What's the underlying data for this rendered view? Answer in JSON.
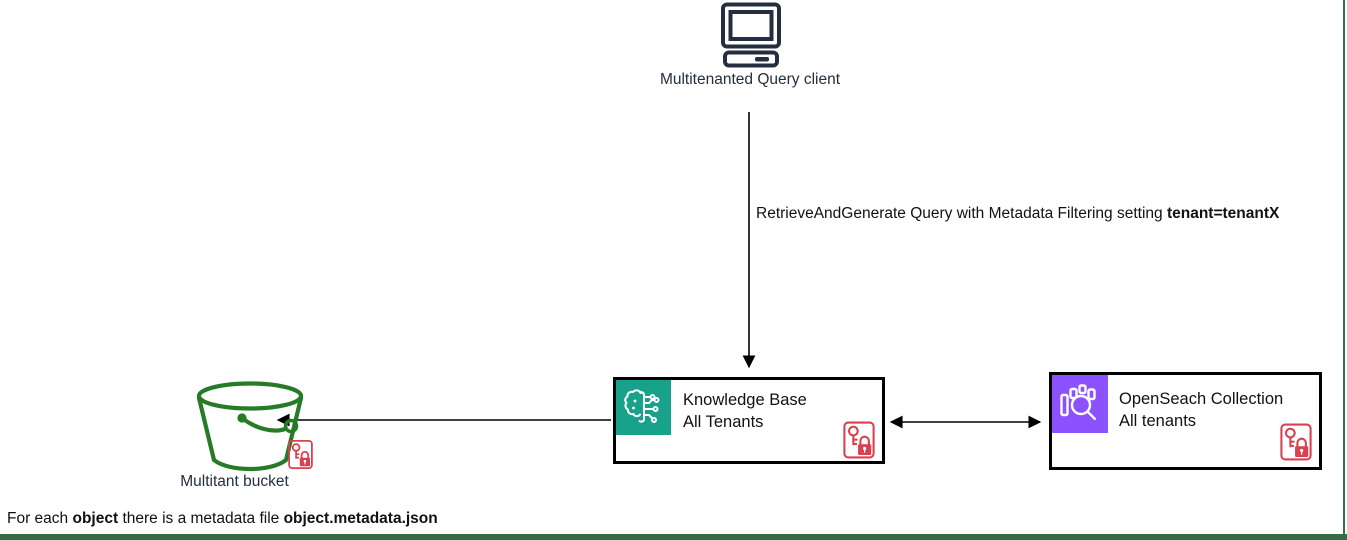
{
  "client": {
    "label": "Multitenanted Query client",
    "icon": "computer-icon",
    "color": "#232F3E"
  },
  "query_arrow": {
    "label_prefix": "RetrieveAndGenerate Query with Metadata Filtering setting ",
    "label_bold": "tenant=tenantX"
  },
  "knowledge_base": {
    "title": "Knowledge Base",
    "subtitle": "All Tenants",
    "icon": "bedrock-knowledge-base-icon",
    "icon_color": "#18A28C",
    "badge_icon": "key-lock-icon",
    "badge_color": "#D8414F"
  },
  "opensearch": {
    "title": "OpenSeach Collection",
    "subtitle": "All tenants",
    "icon": "opensearch-collection-icon",
    "icon_color": "#8C52FF",
    "badge_icon": "key-lock-icon",
    "badge_color": "#D8414F"
  },
  "bucket": {
    "label": "Multitant bucket",
    "icon": "s3-bucket-icon",
    "icon_color": "#267B26",
    "badge_icon": "key-lock-icon",
    "badge_color": "#D8414F"
  },
  "footer": {
    "prefix": "For each ",
    "bold1": "object",
    "middle": " there is a metadata file ",
    "bold2": "object.metadata.json"
  },
  "frame_color": "#3A6B4F",
  "arrow_color": "#000000"
}
